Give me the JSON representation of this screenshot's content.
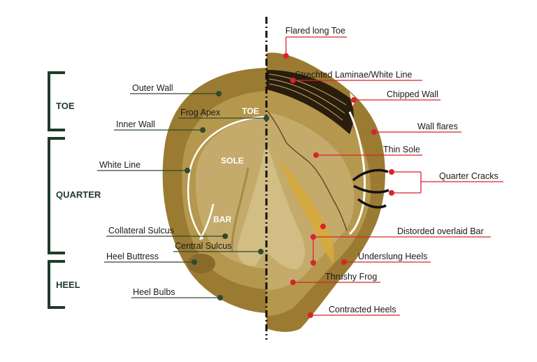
{
  "zones": {
    "toe": "TOE",
    "quarter": "QUARTER",
    "heel": "HEEL"
  },
  "inner_labels": {
    "toe": "TOE",
    "sole": "SOLE",
    "bar": "BAR"
  },
  "healthy_labels": {
    "outer_wall": "Outer Wall",
    "frog_apex": "Frog Apex",
    "inner_wall": "Inner Wall",
    "white_line": "White Line",
    "collateral_sulcus": "Collateral Sulcus",
    "central_sulcus": "Central Sulcus",
    "heel_buttress": "Heel Buttress",
    "heel_bulbs": "Heel Bulbs"
  },
  "problem_labels": {
    "flared_long_toe": "Flared long Toe",
    "stretched_laminae": "Strechted Laminae/White Line",
    "chipped_wall": "Chipped Wall",
    "wall_flares": "Wall flares",
    "thin_sole": "Thin Sole",
    "quarter_cracks": "Quarter Cracks",
    "distorted_bar": "Distorded overlaid Bar",
    "underslung_heels": "Underslung Heels",
    "thrushy_frog": "Thrushy Frog",
    "contracted_heels": "Contracted Heels"
  },
  "colors": {
    "outer_wall": "#9b7a32",
    "inner_wall": "#b5984d",
    "sole": "#c4ab6c",
    "frog": "#d2bd84",
    "healthy_marker": "#2e4a33",
    "problem_marker": "#d8242c",
    "bracket": "#1f3b2a",
    "white_line": "#ffffff"
  }
}
